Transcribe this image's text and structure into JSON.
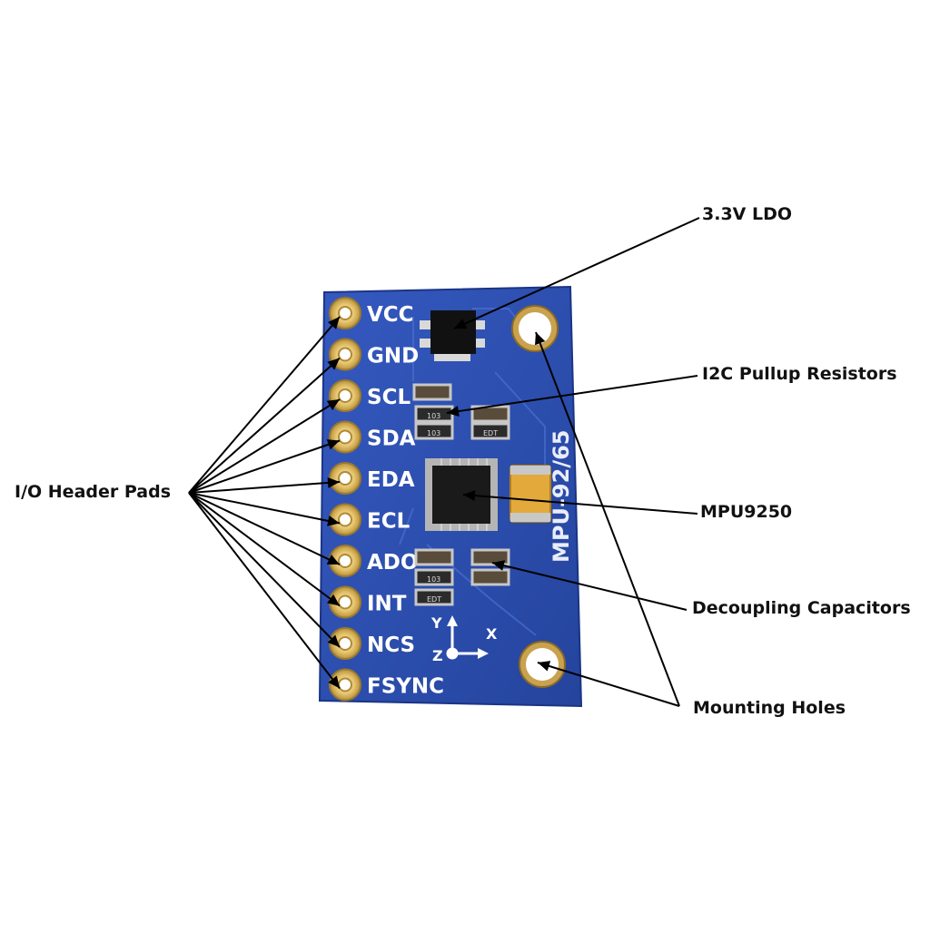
{
  "diagram": {
    "callouts": {
      "ldo": "3.3V LDO",
      "pullup": "I2C Pullup Resistors",
      "io": "I/O Header Pads",
      "mpu": "MPU9250",
      "decoupling": "Decoupling Capacitors",
      "mounting": "Mounting Holes"
    },
    "pin_labels": [
      "VCC",
      "GND",
      "SCL",
      "SDA",
      "EDA",
      "ECL",
      "ADO",
      "INT",
      "NCS",
      "FSYNC"
    ],
    "board_silkscreen": "MPU-92/65",
    "resistor_codes": [
      "103",
      "103",
      "EDT",
      "103",
      "EDT"
    ],
    "axes": {
      "y": "Y",
      "x": "X",
      "z": "Z"
    },
    "colors": {
      "board": "#2b4fb0",
      "pad": "#e6c46e",
      "leader_line": "#000000",
      "capacitor": "#e3a93a"
    }
  }
}
